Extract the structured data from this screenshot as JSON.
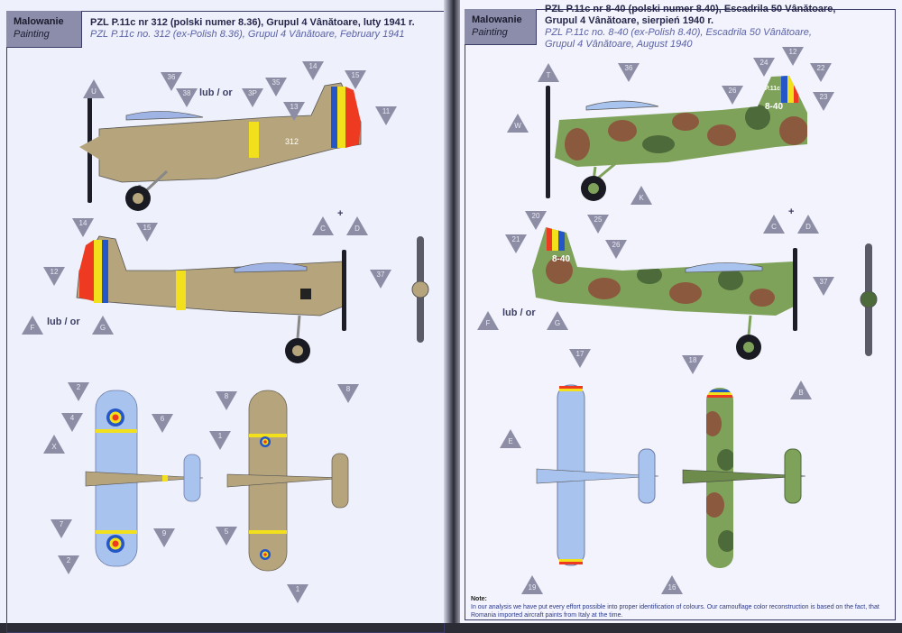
{
  "left_page": {
    "tab_pl": "Malowanie",
    "tab_en": "Painting",
    "title_pl": "PZL P.11c nr 312 (polski numer 8.36), Grupul 4 Vânătoare, luty 1941 r.",
    "title_en": "PZL P.11c no. 312 (ex-Polish 8.36), Grupul 4 Vânătoare, February 1941",
    "or_label": "lub / or",
    "fuselage_number": "312",
    "callouts": [
      "U",
      "36",
      "38",
      "3P",
      "35",
      "13",
      "14",
      "15",
      "11",
      "14",
      "15",
      "12",
      "37",
      "C",
      "D",
      "F",
      "G",
      "8",
      "2",
      "4",
      "6",
      "X",
      "7",
      "9",
      "2",
      "8",
      "1",
      "5",
      "1"
    ]
  },
  "right_page": {
    "tab_pl": "Malowanie",
    "tab_en": "Painting",
    "title_pl_1": "PZL P.11c nr 8-40 (polski numer 8.40), Escadrila 50 Vânătoare,",
    "title_pl_2": "Grupul 4 Vânătoare, sierpień 1940 r.",
    "title_en_1": "PZL P.11c no. 8-40 (ex-Polish 8.40), Escadrila 50 Vânătoare,",
    "title_en_2": "Grupul 4 Vânătoare, August 1940",
    "or_label": "lub / or",
    "tail_code": "P.11c",
    "fuselage_number": "8-40",
    "callouts": [
      "T",
      "36",
      "W",
      "K",
      "24",
      "12",
      "22",
      "26",
      "23",
      "20",
      "25",
      "21",
      "26",
      "C",
      "D",
      "37",
      "F",
      "G",
      "B",
      "17",
      "18",
      "E",
      "19",
      "16"
    ],
    "note_title": "Note:",
    "note_text": "In our analysis we have put every effort possible into proper identification of colours. Our camouflage color reconstruction is based on the fact, that Romania imported aircraft paints from Italy at the time."
  },
  "colors": {
    "tan": "#b5a47c",
    "camo_green": "#7fa25a",
    "camo_brown": "#8b5a3e",
    "blue": "#2456c8",
    "yellow": "#f2e01c",
    "red": "#ee3a20",
    "underside": "#a9c3ef"
  }
}
